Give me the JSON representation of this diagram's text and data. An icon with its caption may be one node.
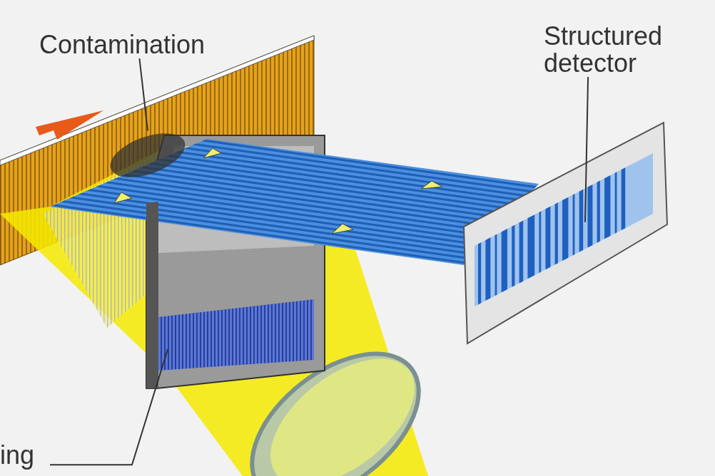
{
  "diagram": {
    "nodes": [
      {
        "text": [
          "Contamination"
        ]
      },
      {
        "text": [],
        "shape": "ellipse"
      },
      {
        "text": [
          "Structured detector"
        ]
      },
      {
        "text": [],
        "shape": "box"
      },
      {
        "text": [
          "ing"
        ]
      },
      {
        "text": [],
        "shape": "box"
      }
    ],
    "edges": [
      {
        "from": 0,
        "to": 1,
        "arrow": "none"
      },
      {
        "from": 2,
        "to": 3,
        "arrow": "none"
      },
      {
        "from": 4,
        "to": 5,
        "arrow": "none"
      }
    ]
  }
}
